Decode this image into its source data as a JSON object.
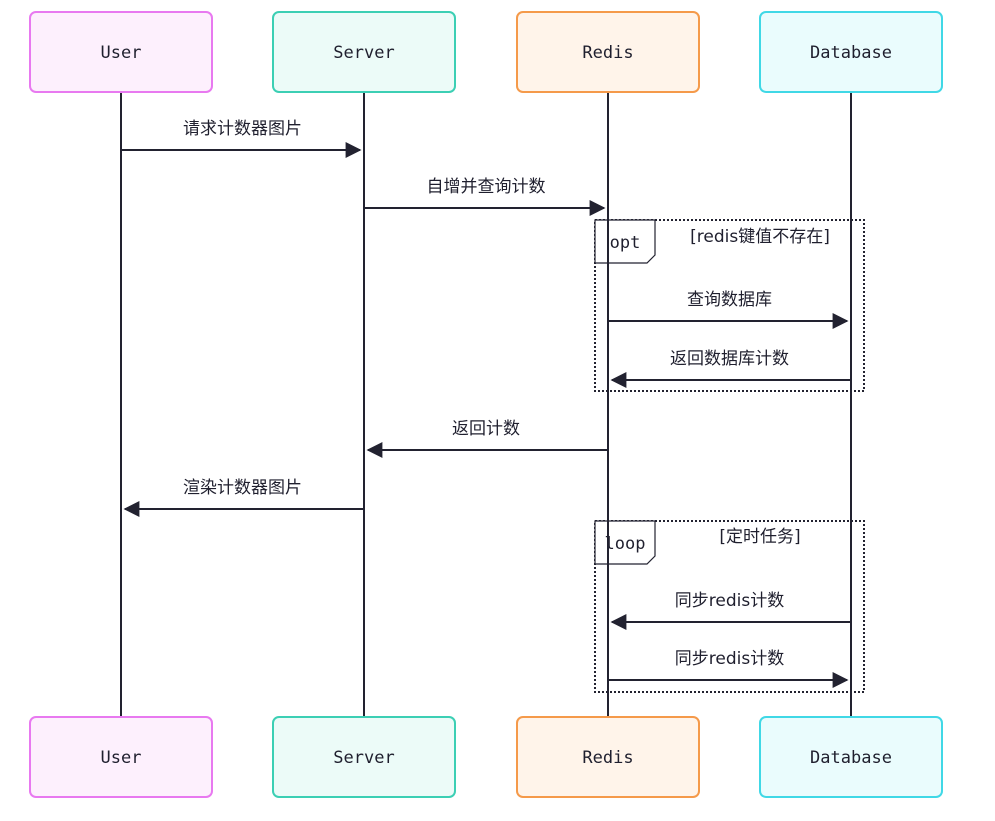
{
  "actors": [
    {
      "id": "user",
      "label": "User",
      "fill": "#fdf0fd",
      "stroke": "#e879f0"
    },
    {
      "id": "server",
      "label": "Server",
      "fill": "#ecfbf8",
      "stroke": "#3ccfb4"
    },
    {
      "id": "redis",
      "label": "Redis",
      "fill": "#fff4ea",
      "stroke": "#f59a4a"
    },
    {
      "id": "database",
      "label": "Database",
      "fill": "#eafcfd",
      "stroke": "#40d8e6"
    }
  ],
  "messages": [
    {
      "from": "user",
      "to": "server",
      "label": "请求计数器图片"
    },
    {
      "from": "server",
      "to": "redis",
      "label": "自增并查询计数"
    },
    {
      "from": "redis",
      "to": "database",
      "label": "查询数据库"
    },
    {
      "from": "database",
      "to": "redis",
      "label": "返回数据库计数"
    },
    {
      "from": "redis",
      "to": "server",
      "label": "返回计数"
    },
    {
      "from": "server",
      "to": "user",
      "label": "渲染计数器图片"
    },
    {
      "from": "database",
      "to": "redis",
      "label": "同步redis计数"
    },
    {
      "from": "redis",
      "to": "database",
      "label": "同步redis计数"
    }
  ],
  "frames": [
    {
      "kind": "opt",
      "condition": "[redis键值不存在]"
    },
    {
      "kind": "loop",
      "condition": "[定时任务]"
    }
  ],
  "colors": {
    "line": "#222230",
    "text": "#1f1f2e"
  }
}
